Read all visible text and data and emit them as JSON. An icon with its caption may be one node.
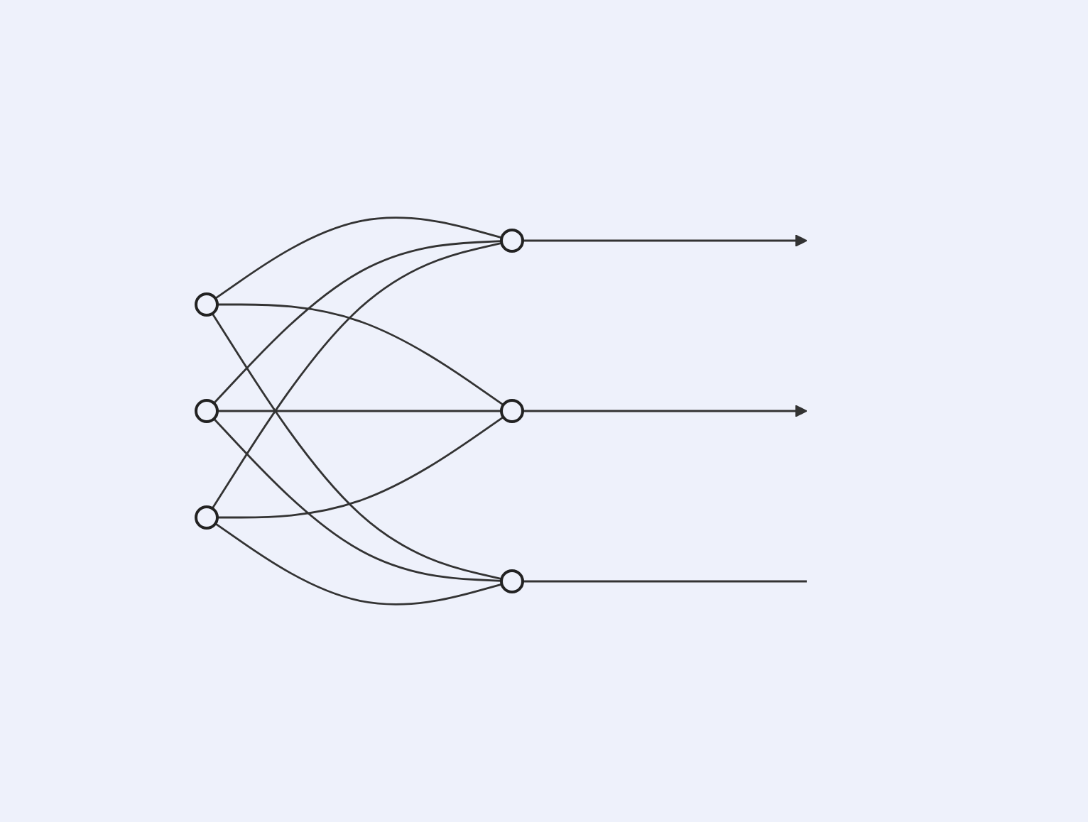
{
  "diagram": {
    "nodes": [
      {
        "text": [],
        "shape": "circle"
      },
      {
        "text": [],
        "shape": "circle"
      },
      {
        "text": [],
        "shape": "circle"
      },
      {
        "text": [],
        "shape": "circle"
      },
      {
        "text": [],
        "shape": "circle"
      },
      {
        "text": [],
        "shape": "circle"
      }
    ],
    "edges": [
      {
        "from": 0,
        "to": 3,
        "arrow": "none"
      },
      {
        "from": 0,
        "to": 4,
        "arrow": "none"
      },
      {
        "from": 0,
        "to": 5,
        "arrow": "none"
      },
      {
        "from": 1,
        "to": 3,
        "arrow": "none"
      },
      {
        "from": 1,
        "to": 4,
        "arrow": "none"
      },
      {
        "from": 1,
        "to": 5,
        "arrow": "none"
      },
      {
        "from": 2,
        "to": 3,
        "arrow": "none"
      },
      {
        "from": 2,
        "to": 4,
        "arrow": "none"
      },
      {
        "from": 2,
        "to": 5,
        "arrow": "none"
      },
      {
        "from": 3,
        "to": null,
        "arrow": "to"
      },
      {
        "from": 4,
        "to": null,
        "arrow": "to"
      },
      {
        "from": 5,
        "to": null,
        "arrow": "none"
      }
    ]
  }
}
